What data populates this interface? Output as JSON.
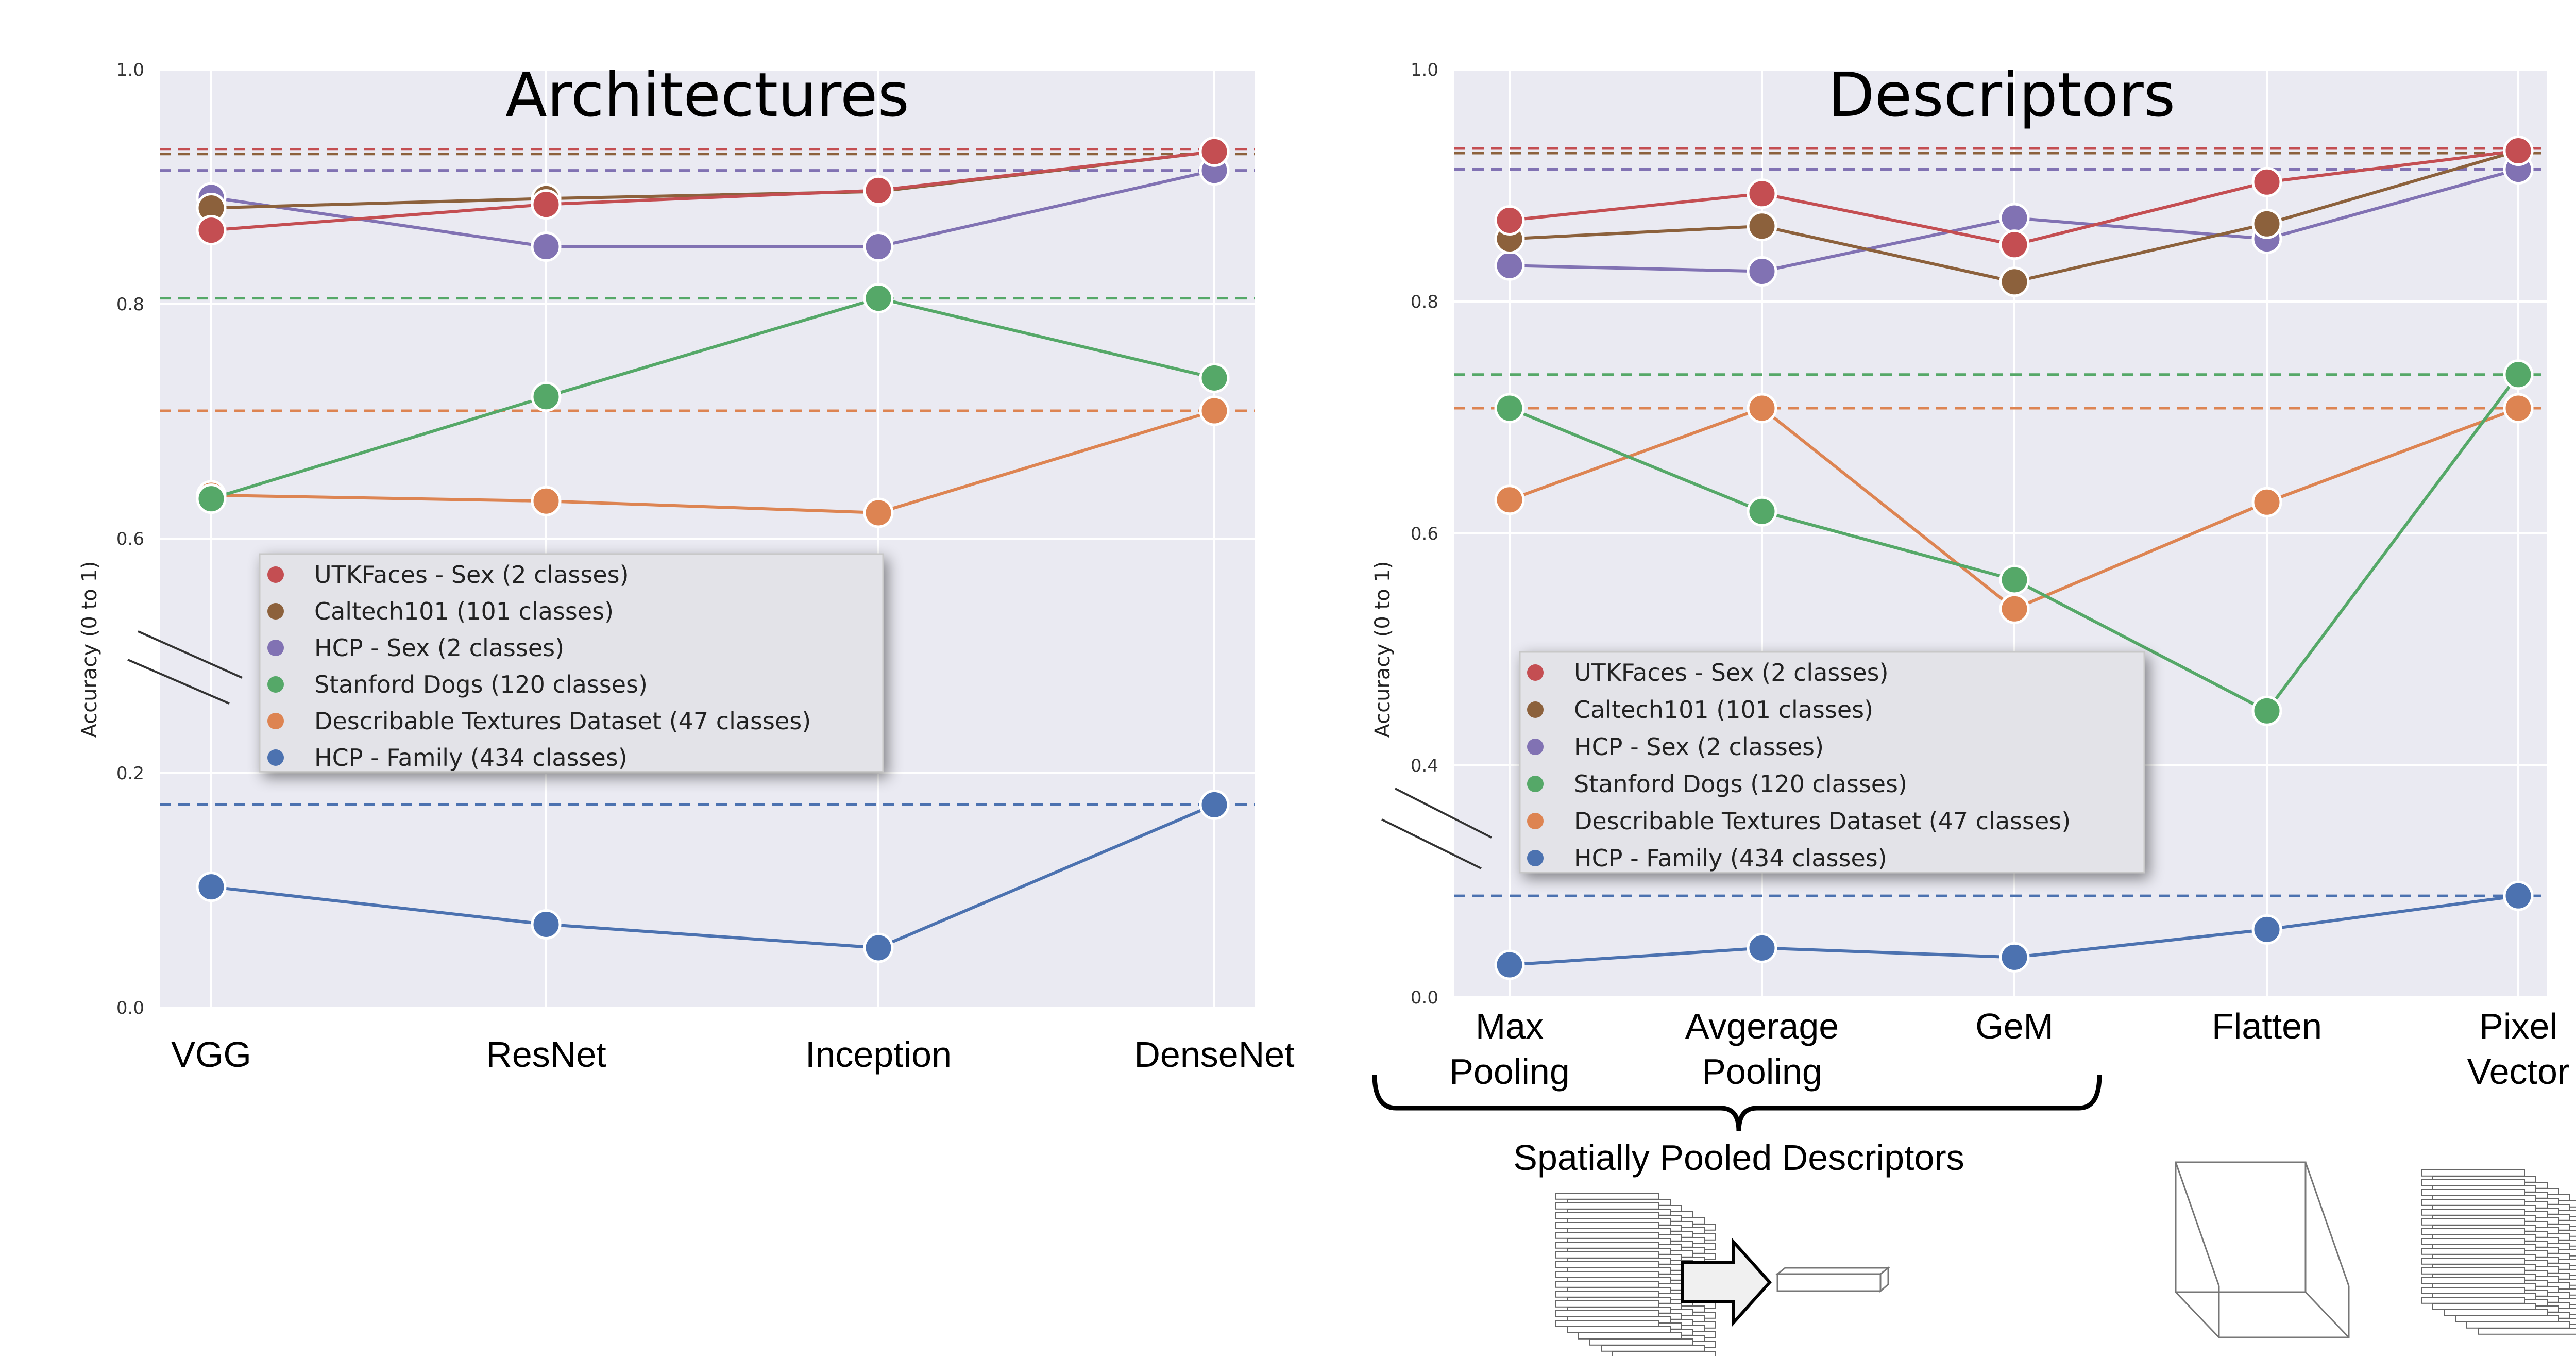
{
  "colors": {
    "utk": "#c44e52",
    "caltech": "#8c613c",
    "hcpsex": "#8172b3",
    "dogs": "#55a868",
    "dtd": "#dd8452",
    "hcpfam": "#4c72b0",
    "panel_bg": "#eaeaf2",
    "grid": "#ffffff"
  },
  "legend_items": [
    {
      "key": "utk",
      "label": "UTKFaces - Sex (2 classes)"
    },
    {
      "key": "caltech",
      "label": "Caltech101 (101 classes)"
    },
    {
      "key": "hcpsex",
      "label": "HCP - Sex (2 classes)"
    },
    {
      "key": "dogs",
      "label": "Stanford Dogs (120 classes)"
    },
    {
      "key": "dtd",
      "label": "Describable Textures Dataset (47 classes)"
    },
    {
      "key": "hcpfam",
      "label": "HCP - Family (434 classes)"
    }
  ],
  "bottom_labels": {
    "spatially_pooled": "Spatially Pooled Descriptors"
  },
  "chart_data": [
    {
      "type": "line",
      "title": "Architectures",
      "ylabel": "Accuracy (0 to 1)",
      "xlabel": "",
      "categories": [
        "VGG",
        "ResNet",
        "Inception",
        "DenseNet"
      ],
      "y_ticks": [
        "0.0",
        "0.2",
        "0.6",
        "0.8",
        "1.0"
      ],
      "axis_break": "between 0.2 and 0.6",
      "grid": true,
      "legend_position": "center-left",
      "series": [
        {
          "key": "utk",
          "name": "UTKFaces - Sex (2 classes)",
          "values": [
            0.863,
            0.885,
            0.897,
            0.93
          ],
          "reference": 0.932
        },
        {
          "key": "caltech",
          "name": "Caltech101 (101 classes)",
          "values": [
            0.882,
            0.89,
            0.896,
            0.93
          ],
          "reference": 0.928
        },
        {
          "key": "hcpsex",
          "name": "HCP - Sex (2 classes)",
          "values": [
            0.891,
            0.849,
            0.849,
            0.914
          ],
          "reference": 0.914
        },
        {
          "key": "dogs",
          "name": "Stanford Dogs (120 classes)",
          "values": [
            0.634,
            0.721,
            0.805,
            0.737
          ],
          "reference": 0.805
        },
        {
          "key": "dtd",
          "name": "Describable Textures Dataset (47 classes)",
          "values": [
            0.637,
            0.632,
            0.622,
            0.709
          ],
          "reference": 0.709
        },
        {
          "key": "hcpfam",
          "name": "HCP - Family (434 classes)",
          "values": [
            0.103,
            0.071,
            0.051,
            0.173
          ],
          "reference": 0.173
        }
      ]
    },
    {
      "type": "line",
      "title": "Descriptors",
      "ylabel": "Accuracy (0 to 1)",
      "xlabel": "",
      "categories": [
        "Max\nPooling",
        "Avgerage\nPooling",
        "GeM",
        "Flatten",
        "Pixel\nVector"
      ],
      "y_ticks": [
        "0.0",
        "0.4",
        "0.6",
        "0.8",
        "1.0"
      ],
      "axis_break": "between 0.0 and 0.4",
      "grid": true,
      "legend_position": "center-left",
      "series": [
        {
          "key": "utk",
          "name": "UTKFaces - Sex (2 classes)",
          "values": [
            0.87,
            0.893,
            0.849,
            0.903,
            0.93
          ],
          "reference": 0.932
        },
        {
          "key": "caltech",
          "name": "Caltech101 (101 classes)",
          "values": [
            0.854,
            0.865,
            0.817,
            0.867,
            0.93
          ],
          "reference": 0.928
        },
        {
          "key": "hcpsex",
          "name": "HCP - Sex (2 classes)",
          "values": [
            0.831,
            0.826,
            0.872,
            0.854,
            0.914
          ],
          "reference": 0.914
        },
        {
          "key": "dogs",
          "name": "Stanford Dogs (120 classes)",
          "values": [
            0.708,
            0.619,
            0.56,
            0.447,
            0.737
          ],
          "reference": 0.737
        },
        {
          "key": "dtd",
          "name": "Describable Textures Dataset (47 classes)",
          "values": [
            0.629,
            0.708,
            0.535,
            0.627,
            0.708
          ],
          "reference": 0.708
        },
        {
          "key": "hcpfam",
          "name": "HCP - Family (434 classes)",
          "values": [
            0.056,
            0.085,
            0.069,
            0.117,
            0.175
          ],
          "reference": 0.175
        }
      ]
    }
  ]
}
